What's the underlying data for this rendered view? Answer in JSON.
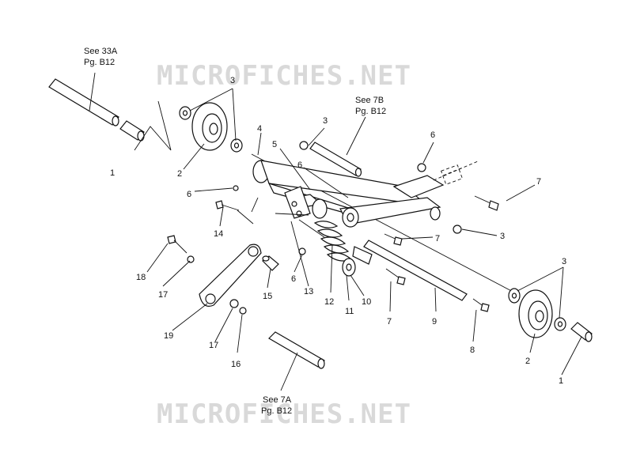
{
  "watermarks": [
    "MICROFICHES.NET",
    "MICROFICHES.NET"
  ],
  "references": {
    "see_33a": {
      "line1": "See 33A",
      "line2": "Pg. B12"
    },
    "see_7b": {
      "line1": "See 7B",
      "line2": "Pg. B12"
    },
    "see_7a": {
      "line1": "See 7A",
      "line2": "Pg. B12"
    }
  },
  "callouts": {
    "c1a": "1",
    "c2a": "2",
    "c3a": "3",
    "c4": "4",
    "c3b": "3",
    "c5": "5",
    "c6a": "6",
    "c6b": "6",
    "c6c": "6",
    "c7a": "7",
    "c7b": "7",
    "c7c": "7",
    "c3c": "3",
    "c14": "14",
    "c6d": "6",
    "c13": "13",
    "c12": "12",
    "c11": "11",
    "c10": "10",
    "c9": "9",
    "c8": "8",
    "c3d": "3",
    "c2b": "2",
    "c1b": "1",
    "c18": "18",
    "c17a": "17",
    "c15": "15",
    "c19": "19",
    "c17b": "17",
    "c16": "16"
  }
}
